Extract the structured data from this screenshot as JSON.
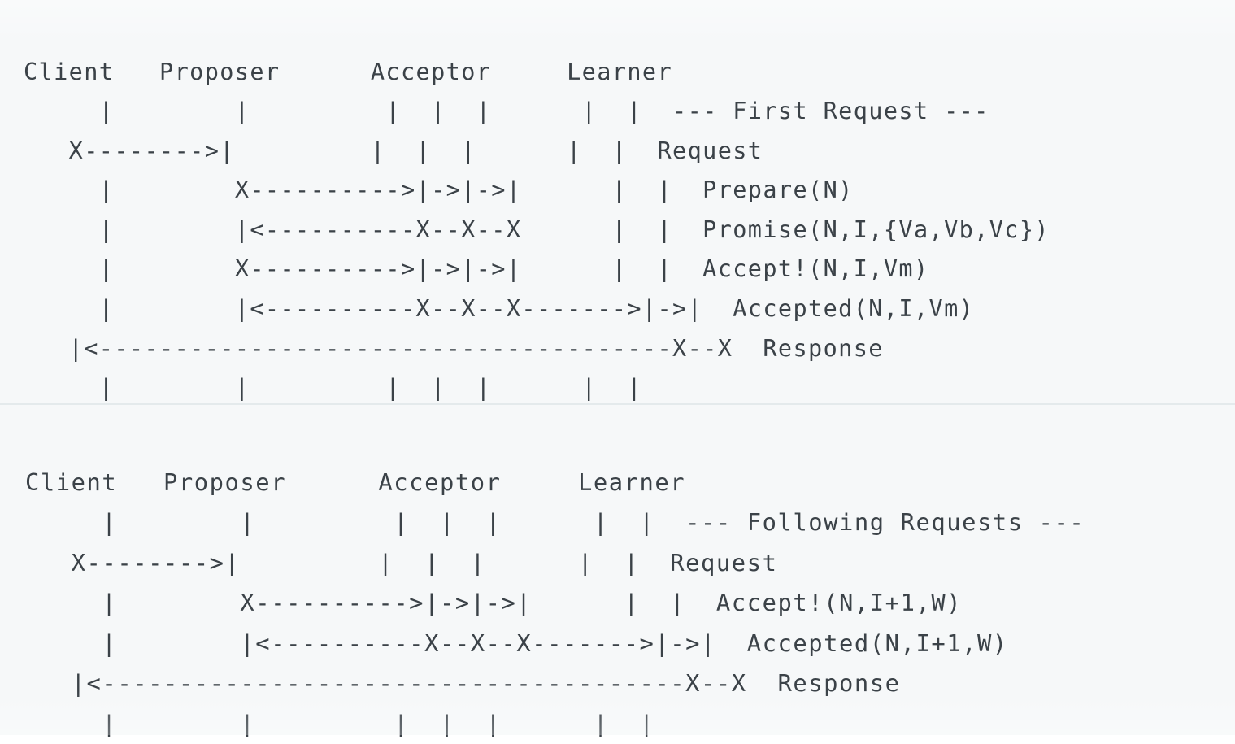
{
  "diagram": {
    "title": "Paxos protocol message sequence (ASCII art)",
    "colors": {
      "background": "#f6f8f9",
      "text": "#3b4248",
      "divider": "#e4eaec"
    },
    "roles": [
      "Client",
      "Proposer",
      "Acceptor",
      "Learner"
    ],
    "blocks": [
      {
        "id": "first-request",
        "section_label": "--- First Request ---",
        "header": "Client   Proposer      Acceptor     Learner",
        "messages": [
          "Request",
          "Prepare(N)",
          "Promise(N,I,{Va,Vb,Vc})",
          "Accept!(N,I,Vm)",
          "Accepted(N,I,Vm)",
          "Response"
        ],
        "lines": [
          "Client   Proposer      Acceptor     Learner",
          "   |        |         |  |  |      |  |  --- First Request ---",
          "   X-------->|        |  |  |      |  |  Request",
          "   |        X--------->|->|->|      |  |  Prepare(N)",
          "   |        |<---------X--X--X      |  |  Promise(N,I,{Va,Vb,Vc})",
          "   |        X--------->|->|->|      |  |  Accept!(N,I,Vm)",
          "   |        |<---------X--X--X------>|->|  Accepted(N,I,Vm)",
          "   |<---------------------------------X--X  Response",
          "   |        |         |  |  |      |  |"
        ],
        "raw_lines": [
          "Client   Proposer      Acceptor     Learner",
          "   |        |         |  |  |      |  |  --- First Request ---",
          "   X-------->|         |  |  |      |  |  Request",
          "   |         X---------->|->|->|      |  |  Prepare(N)",
          "   |         |<----------X--X--X      |  |  Promise(N,I,{Va,Vb,Vc})",
          "   |         X---------->|->|->|      |  |  Accept!(N,I,Vm)",
          "   |         |<----------X--X--X------->|->|  Accepted(N,I,Vm)",
          "   |<------------------------------------X--X  Response",
          "   |         |         |  |  |      |  |"
        ]
      },
      {
        "id": "following-requests",
        "section_label": "--- Following Requests ---",
        "header": "Client   Proposer      Acceptor     Learner",
        "messages": [
          "Request",
          "Accept!(N,I+1,W)",
          "Accepted(N,I+1,W)",
          "Response"
        ],
        "lines": [
          "Client   Proposer      Acceptor     Learner",
          "   |        |         |  |  |      |  |  --- Following Requests ---",
          "   X-------->|        |  |  |      |  |  Request",
          "   |        X--------->|->|->|      |  |  Accept!(N,I+1,W)",
          "   |        |<---------X--X--X------>|->|  Accepted(N,I+1,W)",
          "   |<---------------------------------X--X  Response",
          "   |        |         |  |  |      |  |"
        ]
      }
    ]
  },
  "art": {
    "first": [
      "Client   Proposer      Acceptor     Learner",
      "     |        |         |  |  |      |  |  --- First Request ---",
      "   X-------->|         |  |  |      |  |  Request",
      "     |        X---------->|->|->|      |  |  Prepare(N)",
      "     |        |<----------X--X--X      |  |  Promise(N,I,{Va,Vb,Vc})",
      "     |        X---------->|->|->|      |  |  Accept!(N,I,Vm)",
      "     |        |<----------X--X--X------->|->|  Accepted(N,I,Vm)",
      "   |<--------------------------------------X--X  Response",
      "     |        |         |  |  |      |  |"
    ],
    "following": [
      "Client   Proposer      Acceptor     Learner",
      "     |        |         |  |  |      |  |  --- Following Requests ---",
      "   X-------->|         |  |  |      |  |  Request",
      "     |        X---------->|->|->|      |  |  Accept!(N,I+1,W)",
      "     |        |<----------X--X--X------->|->|  Accepted(N,I+1,W)",
      "   |<--------------------------------------X--X  Response",
      "     |        |         |  |  |      |  |"
    ]
  },
  "render": {
    "first_text": "Client   Proposer      Acceptor     Learner\n     |        |         |  |  |      |  |  --- First Request ---\n   X-------->|         |  |  |      |  |  Request\n     |        X---------->|->|->|      |  |  Prepare(N)\n     |        |<----------X--X--X      |  |  Promise(N,I,{Va,Vb,Vc})\n     |        X---------->|->|->|      |  |  Accept!(N,I,Vm)\n     |        |<----------X--X--X------->|->|  Accepted(N,I,Vm)\n   |<--------------------------------------X--X  Response\n     |        |         |  |  |      |  |",
    "following_text": "Client   Proposer      Acceptor     Learner\n     |        |         |  |  |      |  |  --- Following Requests ---\n   X-------->|         |  |  |      |  |  Request\n     |        X---------->|->|->|      |  |  Accept!(N,I+1,W)\n     |        |<----------X--X--X------->|->|  Accepted(N,I+1,W)\n   |<--------------------------------------X--X  Response\n     |        |         |  |  |      |  |"
  }
}
